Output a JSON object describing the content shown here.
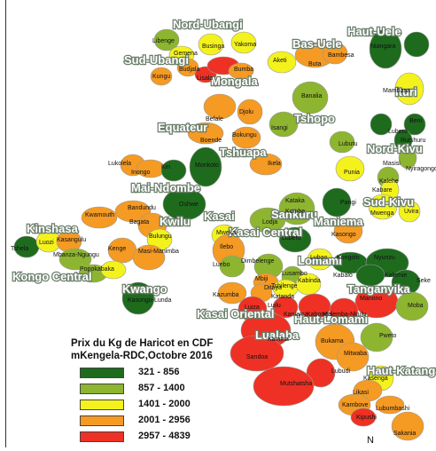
{
  "legend": {
    "title_line1": "Prix du Kg de Haricot en CDF",
    "title_line2": "mKengela-RDC,Octobre 2016",
    "classes": [
      {
        "label": "321 - 856",
        "color": "#1e6b1e"
      },
      {
        "label": "857 - 1400",
        "color": "#8db52f"
      },
      {
        "label": "1401 - 2000",
        "color": "#f4f21c"
      },
      {
        "label": "2001 - 2956",
        "color": "#f59a23"
      },
      {
        "label": "2957 - 4839",
        "color": "#ee3124"
      }
    ]
  },
  "north_arrow": "N",
  "provinces": [
    "Nord-Ubangi",
    "Haut-Uele",
    "Sud-Ubangi",
    "Bas-Uele",
    "Mongala",
    "Ituri",
    "Equateur",
    "Tshopo",
    "Nord-Kivu",
    "Tshuapa",
    "Mai-Ndombe",
    "Sud-Kivu",
    "Kasai",
    "Sankuru",
    "Maniema",
    "Kinshasa",
    "Kwilu",
    "Kasai Central",
    "Lomami",
    "Kongo Central",
    "Tanganyika",
    "Kwango",
    "Kasai Oriental",
    "Haut-Lomami",
    "Lualaba",
    "Haut-Katanga"
  ],
  "territories": [
    "Niangara",
    "Libenge",
    "Businga",
    "Yakoma",
    "Gemena",
    "Kungu",
    "Budjala",
    "Lisala",
    "Bumba",
    "Aketi",
    "Buta",
    "Bambesa",
    "Banalia",
    "Mambasa",
    "Befale",
    "Djolu",
    "Beni",
    "Bokungu",
    "Lubero",
    "Boende",
    "Isangi",
    "Rutshuru",
    "Lubutu",
    "Masisi",
    "Ikela",
    "Nyiragongo",
    "Lukolela",
    "Monkoto",
    "Punia",
    "Inongo",
    "Kiri",
    "Kalehe",
    "Kabare",
    "Oshwe",
    "Kataka",
    "Kombe",
    "Pangi",
    "Mwenga",
    "Uvira",
    "Kwamouth",
    "Bandundu",
    "Bagata",
    "Kasongo",
    "Tshela",
    "Luozi",
    "Kasangulu",
    "Bulungu",
    "Mweka",
    "Lubefu",
    "Lodja",
    "Kenge",
    "Ilebo",
    "Mbanza-Ngungu",
    "Masi-Manimba",
    "Luebo",
    "Dimbelenge",
    "Lubao",
    "Kongolo",
    "Nyunzu",
    "Kabalo",
    "Kalemie",
    "Seke",
    "Popokabaka",
    "Kazumba",
    "Mbiji",
    "Ditaya",
    "Lusambo",
    "Katanda",
    "Tshilenge",
    "Kabinda",
    "Manono",
    "Kasongo-Lunda",
    "Luiza",
    "Luilu",
    "Kaniama",
    "Kabongo",
    "Malemba-Nkulu",
    "Moba",
    "Kamina",
    "Bukama",
    "Pweto",
    "Mitwaba",
    "Sandoa",
    "Lubudi",
    "Mutshatsha",
    "Kasenga",
    "Likasi",
    "Kambove",
    "Lubumbashi",
    "Kipushi",
    "Sakania"
  ]
}
